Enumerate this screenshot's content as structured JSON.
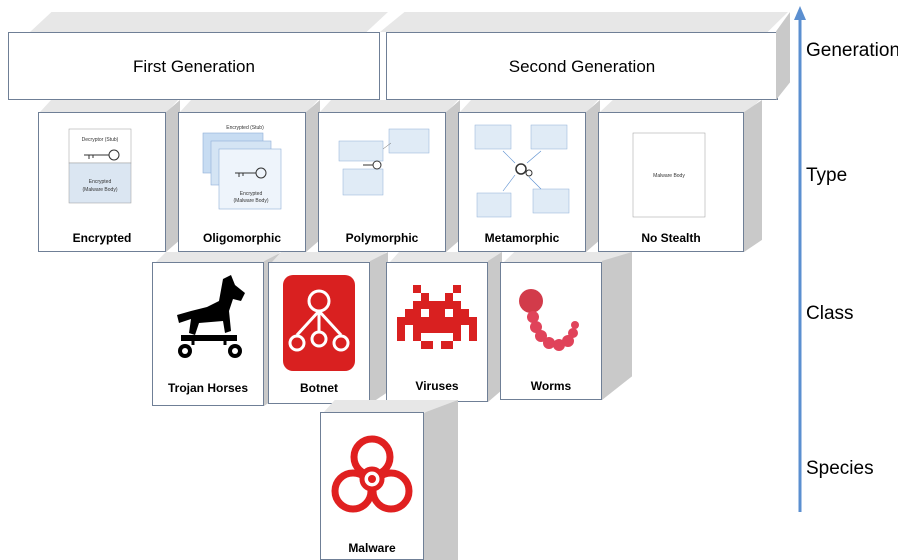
{
  "generations": [
    {
      "label": "First Generation"
    },
    {
      "label": "Second Generation"
    }
  ],
  "types": [
    {
      "label": "Encrypted",
      "inner": {
        "stub": "Decryptor (Stub)",
        "body1": "Encrypted",
        "body2": "(Malware Body)"
      }
    },
    {
      "label": "Oligomorphic",
      "inner": {
        "stub": "Encrypted (Stub)",
        "body1": "Encrypted",
        "body2": "(Malware Body)"
      }
    },
    {
      "label": "Polymorphic",
      "inner": {}
    },
    {
      "label": "Metamorphic",
      "inner": {}
    },
    {
      "label": "No Stealth",
      "inner": {
        "body": "Malware Body"
      }
    }
  ],
  "classes": [
    {
      "label": "Trojan Horses",
      "icon": "trojan-horse-icon"
    },
    {
      "label": "Botnet",
      "icon": "botnet-icon"
    },
    {
      "label": "Viruses",
      "icon": "space-invader-icon"
    },
    {
      "label": "Worms",
      "icon": "worm-icon"
    }
  ],
  "species": {
    "label": "Malware",
    "icon": "biohazard-icon"
  },
  "axis": {
    "labels": [
      "Generation",
      "Type",
      "Class",
      "Species"
    ],
    "color": "#5b8fd0"
  },
  "colors": {
    "side": "#c9c9c9",
    "top": "#e7e7e7",
    "edge": "#6f7f96",
    "red": "#d92020"
  }
}
